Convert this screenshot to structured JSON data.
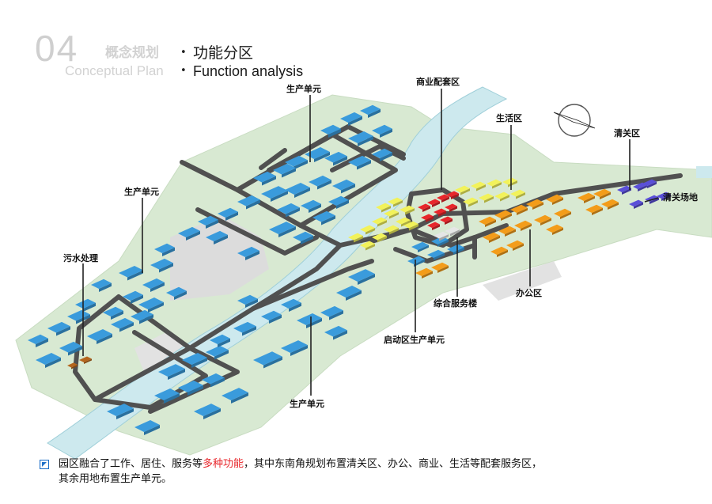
{
  "header": {
    "section_number": "04",
    "section_title_cn": "概念规划",
    "section_title_en": "Conceptual Plan",
    "topic_cn": "功能分区",
    "topic_en": "Function analysis"
  },
  "labels": {
    "production_unit_north": "生产单元",
    "commercial_zone": "商业配套区",
    "living_zone": "生活区",
    "customs_zone": "清关区",
    "customs_yard": "清关场地",
    "production_unit_west": "生产单元",
    "sewage_treatment": "污水处理",
    "office_zone": "办公区",
    "service_building": "综合服务楼",
    "startup_production": "启动区生产单元",
    "production_unit_south": "生产单元"
  },
  "footer": {
    "line1_before": "园区融合了工作、居住、服务等",
    "line1_highlight": "多种功能",
    "line1_after": "，其中东南角规划布置清关区、办公、商业、生活等配套服务区，",
    "line2": "其余用地布置生产单元。"
  },
  "colors": {
    "land_green": "#d4e7cf",
    "river": "#cde9ee",
    "road": "#505050",
    "production_blue": "#3a9bdc",
    "living_yellow": "#f2f25a",
    "commercial_red": "#e8262b",
    "office_orange": "#f39c1a",
    "customs_purple": "#5a4fd8",
    "sewage_brown": "#b5651d",
    "highlight": "#e8262b"
  },
  "icons": [
    "north-arrow-icon",
    "bullet-square-icon"
  ]
}
